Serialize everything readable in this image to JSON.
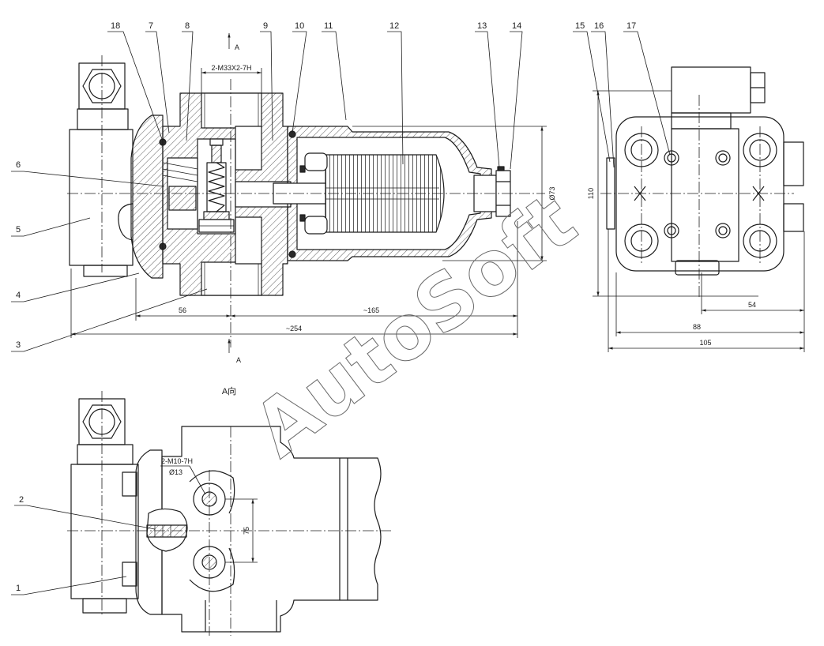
{
  "part_labels": {
    "p1": "1",
    "p2": "2",
    "p3": "3",
    "p4": "4",
    "p5": "5",
    "p6": "6",
    "p7": "7",
    "p8": "8",
    "p9": "9",
    "p10": "10",
    "p11": "11",
    "p12": "12",
    "p13": "13",
    "p14": "14",
    "p15": "15",
    "p16": "16",
    "p17": "17",
    "p18": "18"
  },
  "dimensions": {
    "port_thread": "2-M33X2-7H",
    "housing_diameter": "Ø73",
    "body_offset": "56",
    "filter_length": "~165",
    "overall_length": "~254",
    "end_height": "110",
    "end_offset": "54",
    "end_width": "88",
    "end_overall_width": "105",
    "mount_thread": "2-M10-7H",
    "mount_hole": "Ø13",
    "port_spacing": "75"
  },
  "views": {
    "section_arrow_top": "A",
    "section_arrow_bottom": "A",
    "view_a_title": "A向"
  },
  "watermark": "AutoSoft"
}
